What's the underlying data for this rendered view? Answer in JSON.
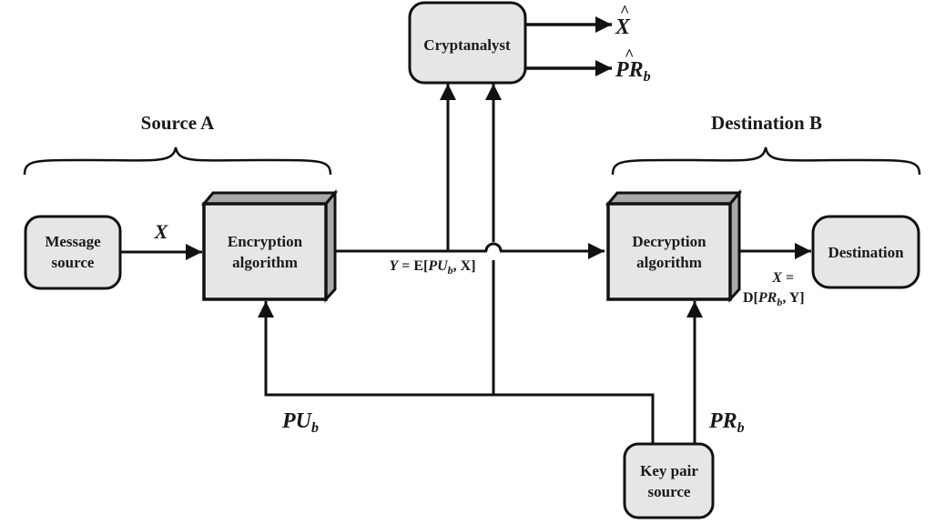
{
  "sections": {
    "source": "Source A",
    "destination": "Destination B"
  },
  "nodes": {
    "message_source": [
      "Message",
      "source"
    ],
    "encryption": [
      "Encryption",
      "algorithm"
    ],
    "cryptanalyst": "Cryptanalyst",
    "decryption": [
      "Decryption",
      "algorithm"
    ],
    "destination": "Destination",
    "key_pair_source": [
      "Key pair",
      "source"
    ]
  },
  "labels": {
    "x_input": "X",
    "ciphertext": {
      "lhs": "Y",
      "eq": " = E[",
      "key": "PU",
      "sub": "b",
      "rest": ", X]"
    },
    "plaintext_out": {
      "line1": "X =",
      "pre": "D[",
      "key": "PR",
      "sub": "b",
      "rest": ", Y]"
    },
    "public_key": {
      "main": "PU",
      "sub": "b"
    },
    "private_key": {
      "main": "PR",
      "sub": "b"
    },
    "x_hat": {
      "main": "X",
      "hat": "^"
    },
    "pr_hat": {
      "main": "PR",
      "sub": "b",
      "hat": "^"
    }
  },
  "colors": {
    "box_fill": "#e6e6e6",
    "box_side": "#a9a9a9",
    "line": "#111111"
  }
}
